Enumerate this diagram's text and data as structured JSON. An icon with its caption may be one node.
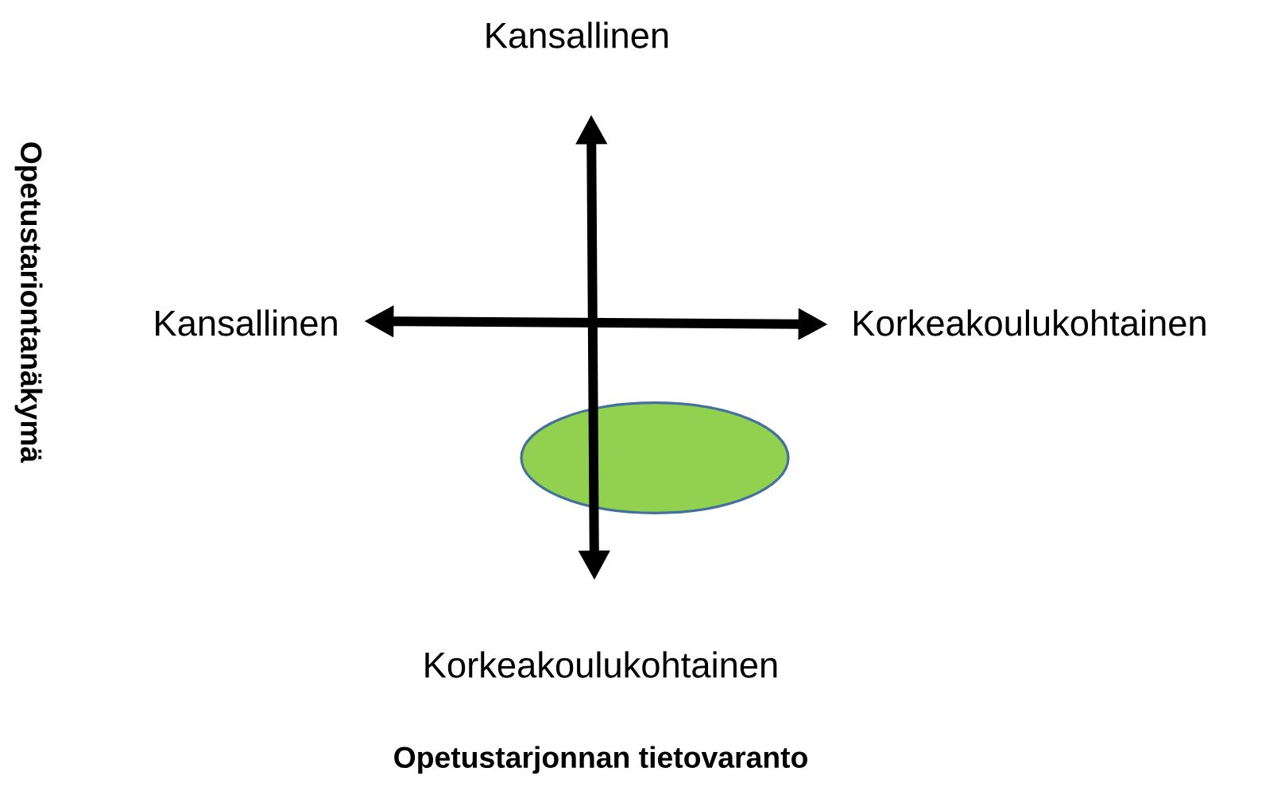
{
  "diagram": {
    "nodes": [
      {
        "text": [],
        "shape": "ellipse"
      }
    ],
    "labels": [
      "Kansallinen",
      "Opetustariontanäkymä",
      "Kansallinen",
      "Korkeakoulukohtainen",
      "Korkeakoulukohtainen",
      "Opetustarjonnan tietovaranto"
    ]
  }
}
